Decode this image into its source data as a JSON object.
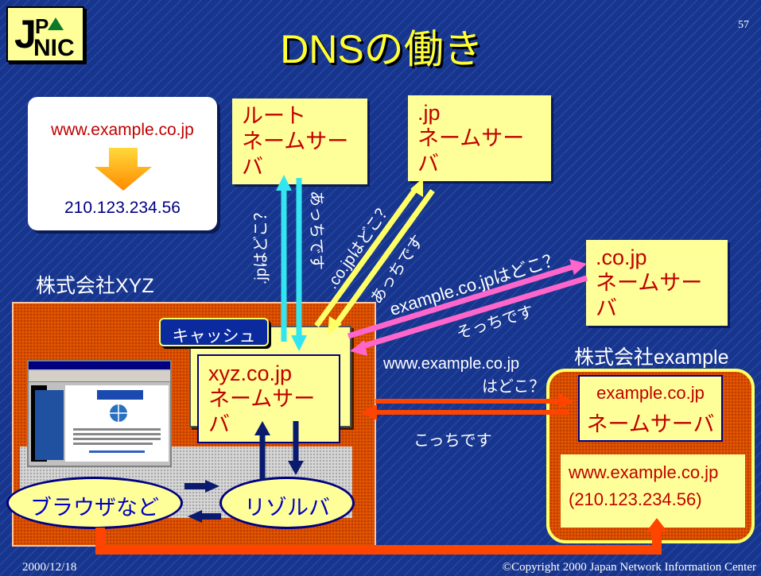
{
  "slide": {
    "title": "DNSの働き",
    "page_number": "57",
    "logo_text": "JPNIC",
    "date": "2000/12/18",
    "copyright": "©Copyright 2000 Japan Network Information Center"
  },
  "lookup_card": {
    "domain": "www.example.co.jp",
    "ip": "210.123.234.56"
  },
  "servers": {
    "root": {
      "line1": "ルート",
      "line2": "ネームサーバ"
    },
    "jp": {
      "line1": ".jp",
      "line2": "ネームサーバ"
    },
    "cojp": {
      "line1": ".co.jp",
      "line2": "ネームサーバ"
    },
    "xyz": {
      "line1": "xyz.co.jp",
      "line2": "ネームサーバ"
    },
    "example": {
      "line1": "example.co.jp",
      "line2": "ネームサーバ"
    }
  },
  "orgs": {
    "xyz_label": "株式会社XYZ",
    "example_label": "株式会社example"
  },
  "cache_label": "キャッシュ",
  "browser_label": "ブラウザなど",
  "resolver_label": "リゾルバ",
  "web_host": {
    "domain": "www.example.co.jp",
    "ip": "(210.123.234.56)"
  },
  "messages": {
    "q_root": ".jpはどこ？",
    "a_root": "あっちです",
    "q_jp": ".co.jpはどこ？",
    "a_jp": "あっちです",
    "q_cojp": "example.co.jpはどこ？",
    "a_cojp": "そっちです",
    "q_example_1": "www.example.co.jp",
    "q_example_2": "はどこ？",
    "a_example": "こっちです"
  },
  "colors": {
    "background": "#17358c",
    "server_box": "#ffff99",
    "server_text": "#c00000",
    "org_fill": "#e25400",
    "arrow_cyan": "#33e5f0",
    "arrow_yellow": "#ffff66",
    "arrow_pink": "#ff66cc",
    "arrow_orange": "#ff4400",
    "arrow_navy": "#0a1a6e"
  }
}
